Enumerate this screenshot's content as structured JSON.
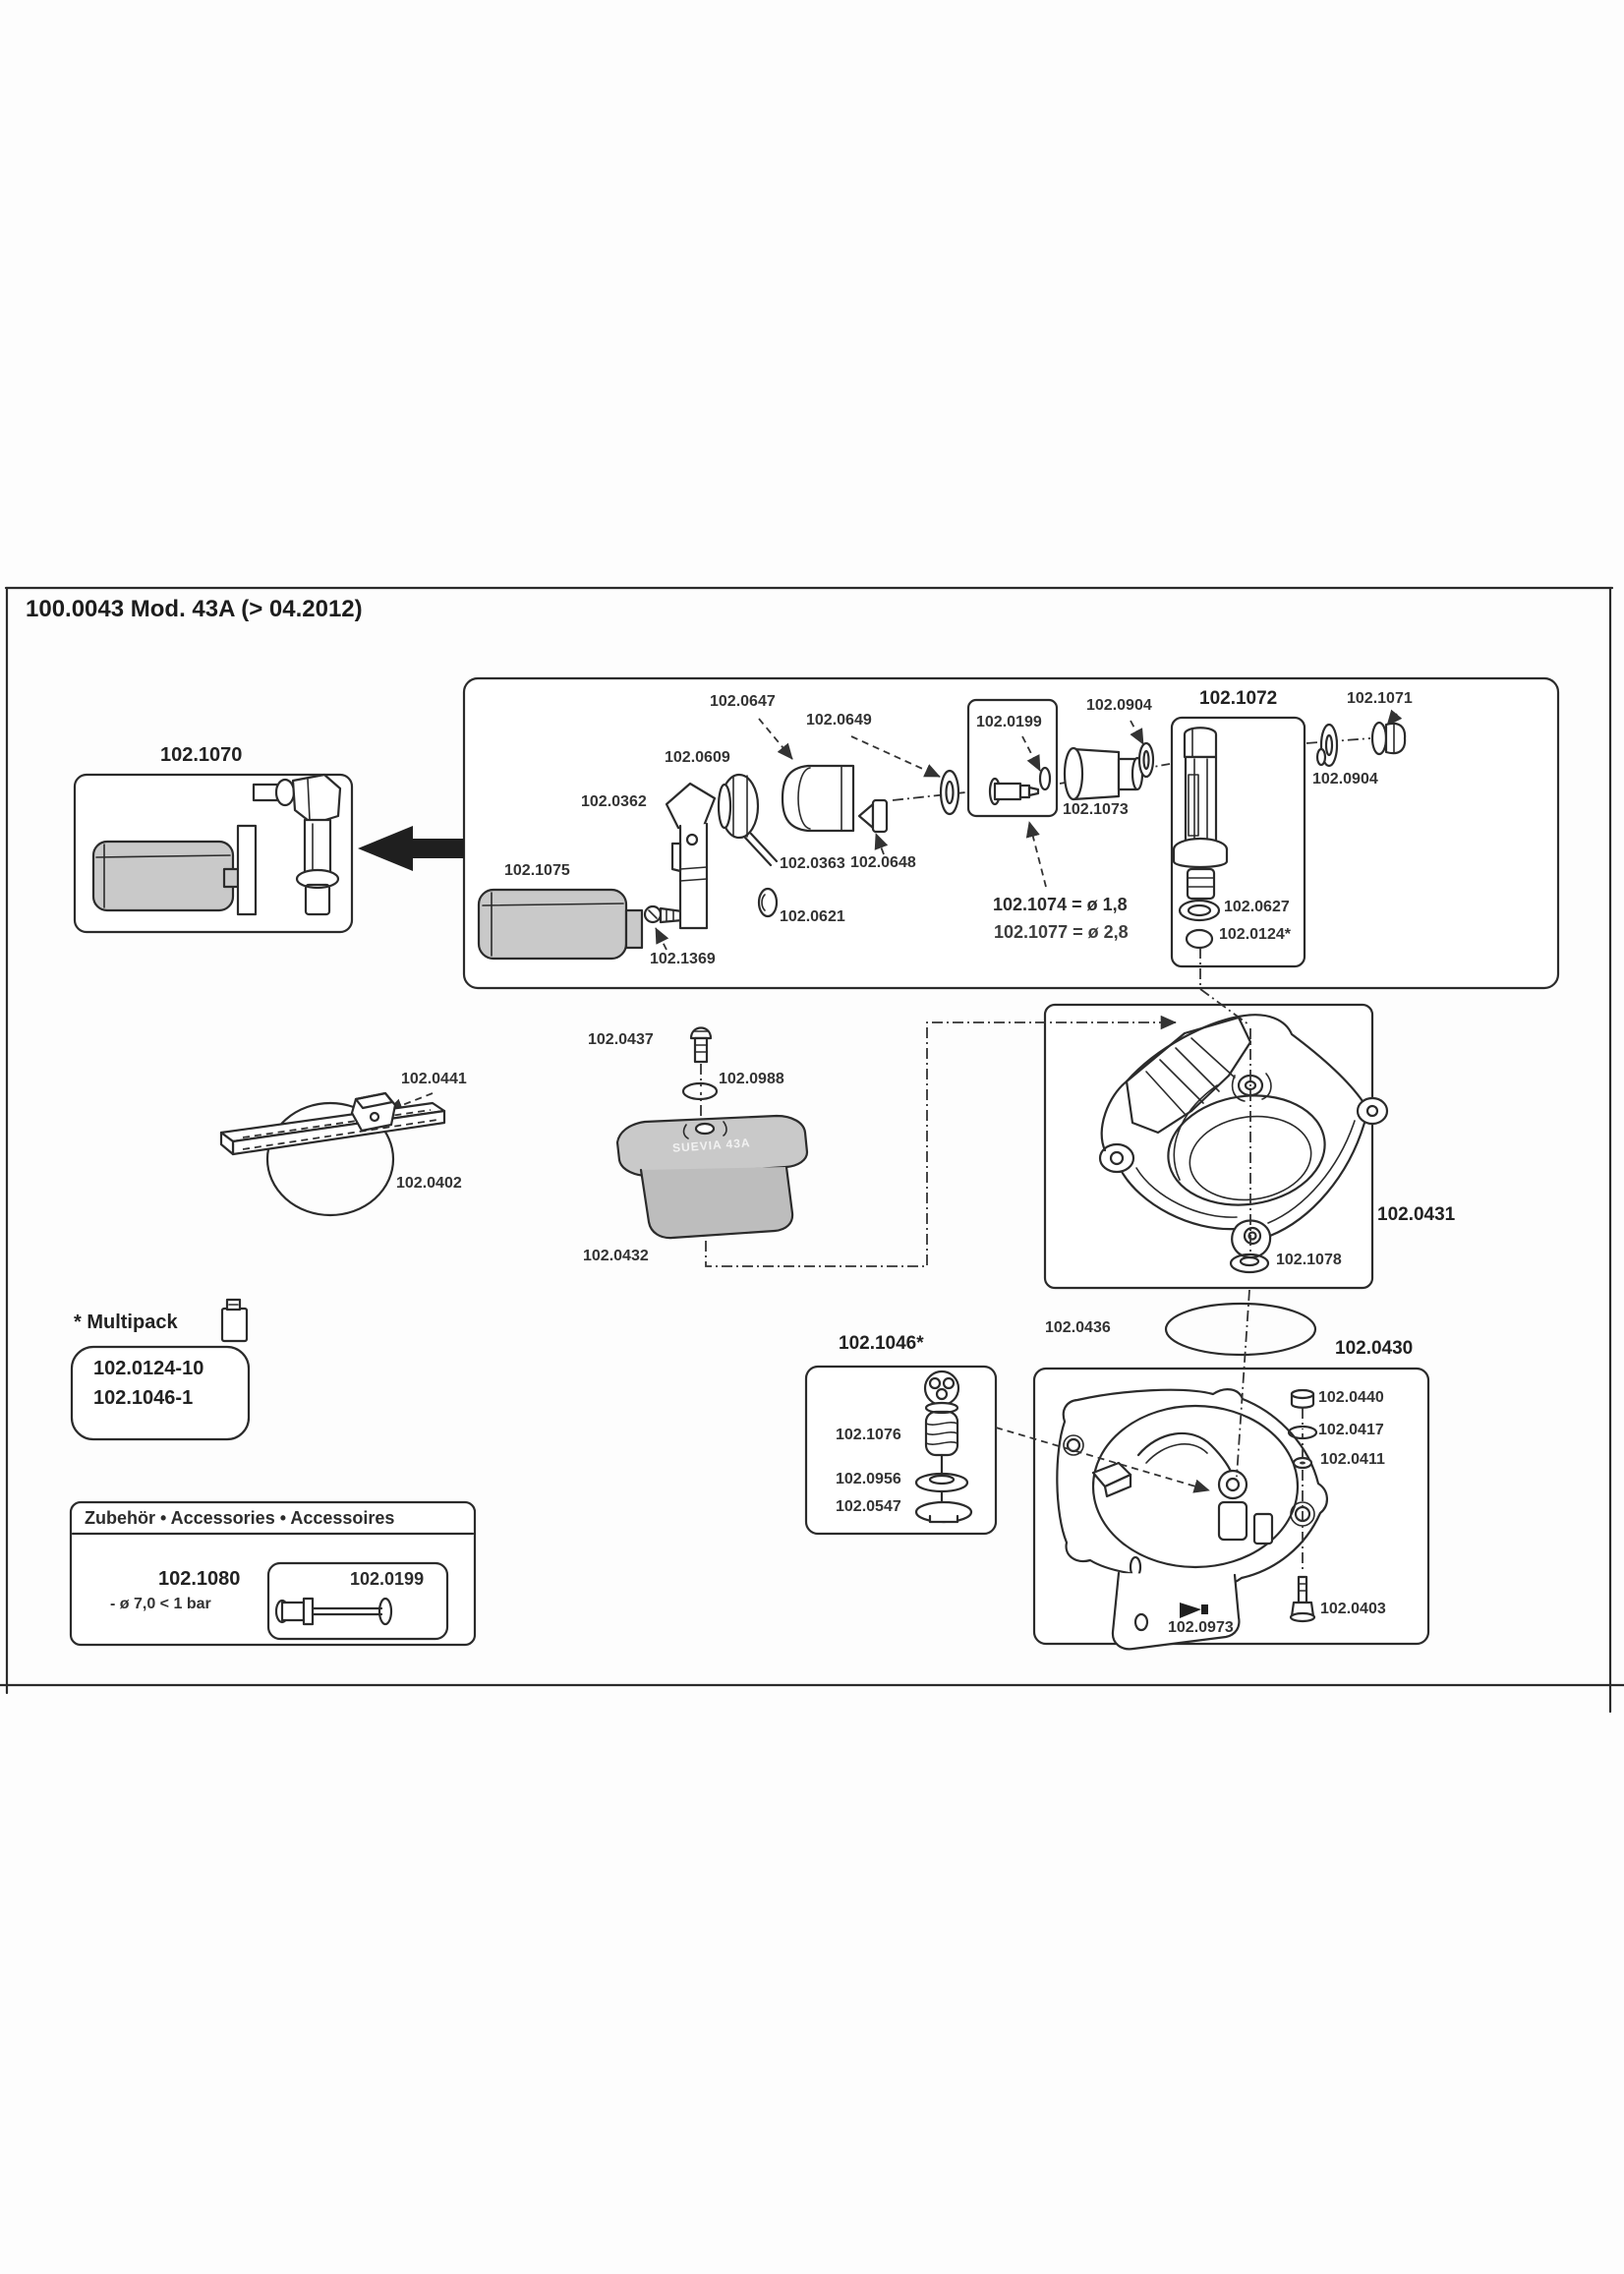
{
  "title": "100.0043 Mod. 43A (> 04.2012)",
  "spare_unit_box": {
    "label": "102.1070"
  },
  "main_box": {
    "p0647": "102.0647",
    "p0609": "102.0609",
    "p0649": "102.0649",
    "p0199": "102.0199",
    "p0362": "102.0362",
    "p0363": "102.0363",
    "p0648": "102.0648",
    "p1075": "102.1075",
    "p0621": "102.0621",
    "p1369": "102.1369",
    "p0904_left": "102.0904",
    "p1073": "102.1073",
    "p1072": "102.1072",
    "p0627": "102.0627",
    "p0124": "102.0124*",
    "p0904_right": "102.0904",
    "p1071": "102.1071",
    "variant_1": "102.1074 = ø 1,8",
    "variant_2": "102.1077 = ø 2,8"
  },
  "pipe_mount": {
    "p0441": "102.0441",
    "p0402": "102.0402"
  },
  "lid_group": {
    "p0437": "102.0437",
    "p0988": "102.0988",
    "p0432": "102.0432",
    "lid_text": "SUEVIA 43A"
  },
  "bowl_box": {
    "label": "102.0431",
    "p1078": "102.1078"
  },
  "seal_ring": {
    "p0436": "102.0436"
  },
  "valve_kit_box": {
    "label": "102.1046*",
    "p1076": "102.1076",
    "p0956": "102.0956",
    "p0547": "102.0547"
  },
  "base_box": {
    "label": "102.0430",
    "p0440": "102.0440",
    "p0417": "102.0417",
    "p0411": "102.0411",
    "p0403": "102.0403",
    "p0973": "102.0973"
  },
  "multipack": {
    "title": "* Multipack",
    "item1": "102.0124-10",
    "item2": "102.1046-1"
  },
  "accessories": {
    "title": "Zubehör • Accessories • Accessoires",
    "p1080": "102.1080",
    "spec": "- ø 7,0 < 1 bar",
    "p0199": "102.0199"
  }
}
